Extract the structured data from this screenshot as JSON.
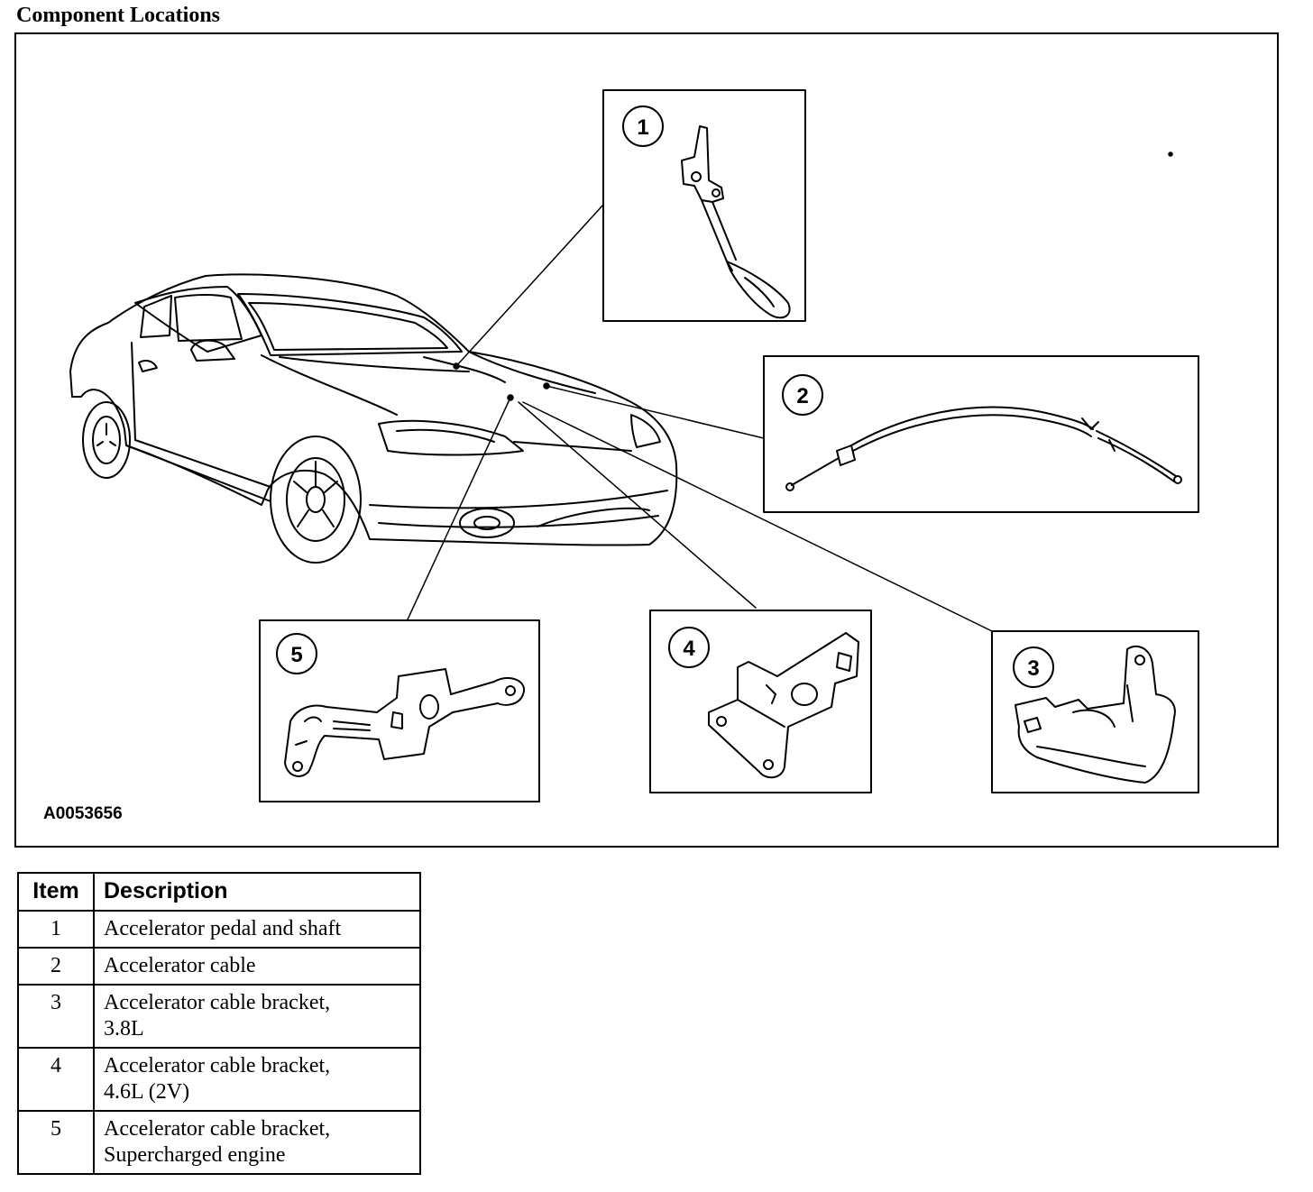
{
  "page": {
    "title": "Component Locations",
    "figure_id": "A0053656"
  },
  "callouts": [
    "1",
    "2",
    "3",
    "4",
    "5"
  ],
  "table": {
    "headers": {
      "item": "Item",
      "description": "Description"
    },
    "rows": [
      {
        "item": "1",
        "line1": "Accelerator pedal and shaft",
        "line2": ""
      },
      {
        "item": "2",
        "line1": "Accelerator cable",
        "line2": ""
      },
      {
        "item": "3",
        "line1": "Accelerator cable bracket,",
        "line2": "3.8L"
      },
      {
        "item": "4",
        "line1": "Accelerator cable bracket,",
        "line2": "4.6L (2V)"
      },
      {
        "item": "5",
        "line1": "Accelerator cable bracket,",
        "line2": "Supercharged engine"
      }
    ]
  }
}
